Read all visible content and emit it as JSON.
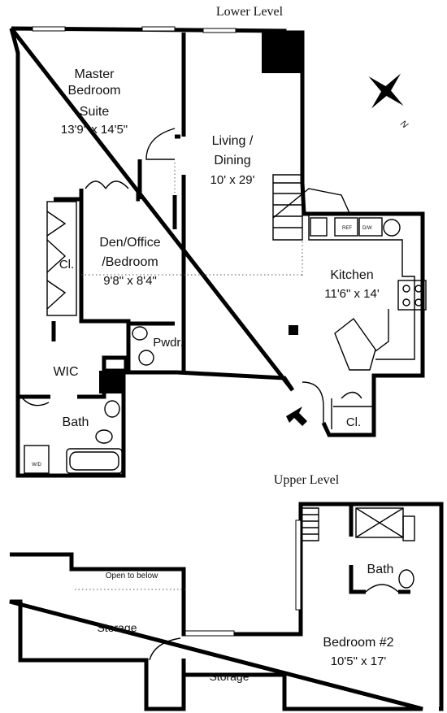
{
  "levels": {
    "lower": "Lower Level",
    "upper": "Upper Level"
  },
  "rooms": {
    "master_name": [
      "Master",
      "Bedroom",
      "Suite"
    ],
    "master_size": "13'9\" x 14'5\"",
    "living_name": [
      "Living /",
      "Dining"
    ],
    "living_size": "10' x 29'",
    "den_name": [
      "Den/Office",
      "/Bedroom"
    ],
    "den_size": "9'8\" x 8'4\"",
    "kitchen_name": "Kitchen",
    "kitchen_size": "11'6\" x 14'",
    "closet_den": "Cl.",
    "powder": "Pwdr.",
    "wic": "WIC",
    "bath_lower": "Bath",
    "closet_entry": "Cl.",
    "wd": "W/D",
    "dw": "D/W",
    "ref": "REF",
    "open_to_below": "Open to below",
    "storage_left": "Storage",
    "storage_center": "Storage",
    "bath_upper": "Bath",
    "bedroom2_name": "Bedroom #2",
    "bedroom2_size": "10'5\" x 17'"
  },
  "compass": {
    "north": "N"
  }
}
